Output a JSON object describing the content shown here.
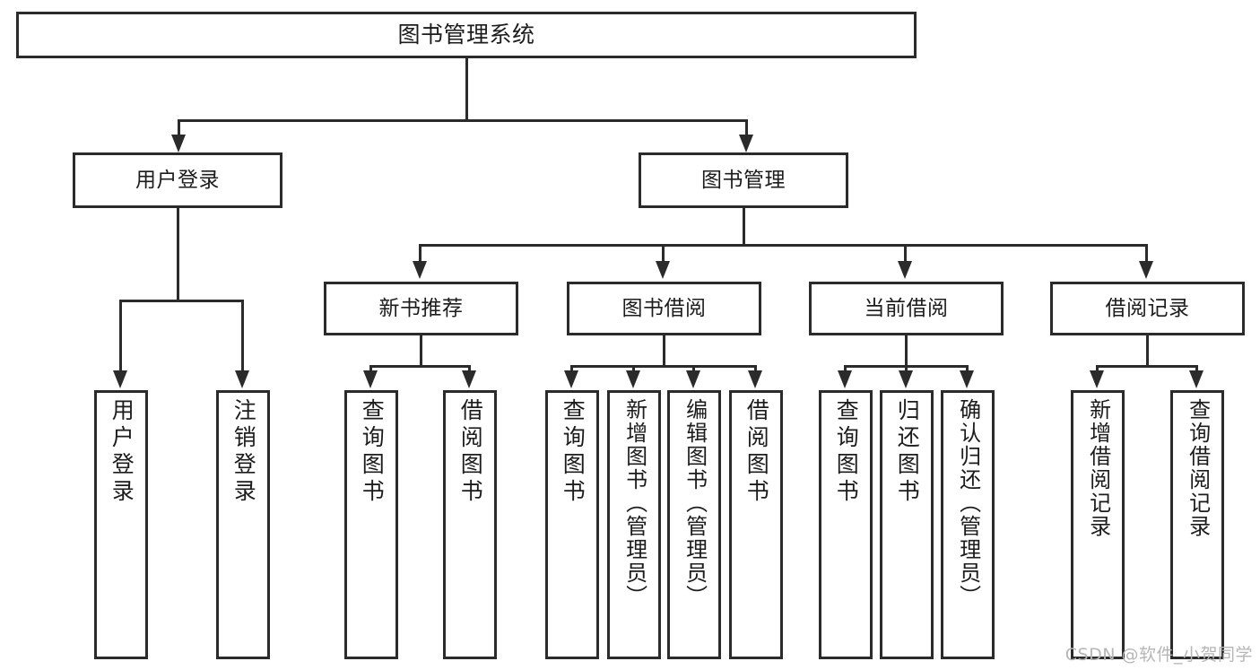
{
  "diagram": {
    "title": "图书管理系统",
    "type": "hierarchy-tree",
    "root": {
      "label": "图书管理系统"
    },
    "tier2": [
      {
        "label": "用户登录"
      },
      {
        "label": "图书管理"
      }
    ],
    "tier3": [
      {
        "label": "新书推荐"
      },
      {
        "label": "图书借阅"
      },
      {
        "label": "当前借阅"
      },
      {
        "label": "借阅记录"
      }
    ],
    "leaves": {
      "user_login": [
        {
          "label": "用户登录"
        },
        {
          "label": "注销登录"
        }
      ],
      "new_book_recommend": [
        {
          "label": "查询图书"
        },
        {
          "label": "借阅图书"
        }
      ],
      "book_borrow": [
        {
          "label": "查询图书"
        },
        {
          "label": "新增图书（管理员）"
        },
        {
          "label": "编辑图书（管理员）"
        },
        {
          "label": "借阅图书"
        }
      ],
      "current_borrow": [
        {
          "label": "查询图书"
        },
        {
          "label": "归还图书"
        },
        {
          "label": "确认归还（管理员）"
        }
      ],
      "borrow_record": [
        {
          "label": "新增借阅记录"
        },
        {
          "label": "查询借阅记录"
        }
      ]
    }
  },
  "watermark": {
    "text": "CSDN @软件_小贺同学"
  },
  "colors": {
    "border": "#2b2b2b",
    "text": "#1c1c1c",
    "background": "#ffffff",
    "watermark": "#b6b6b6"
  }
}
